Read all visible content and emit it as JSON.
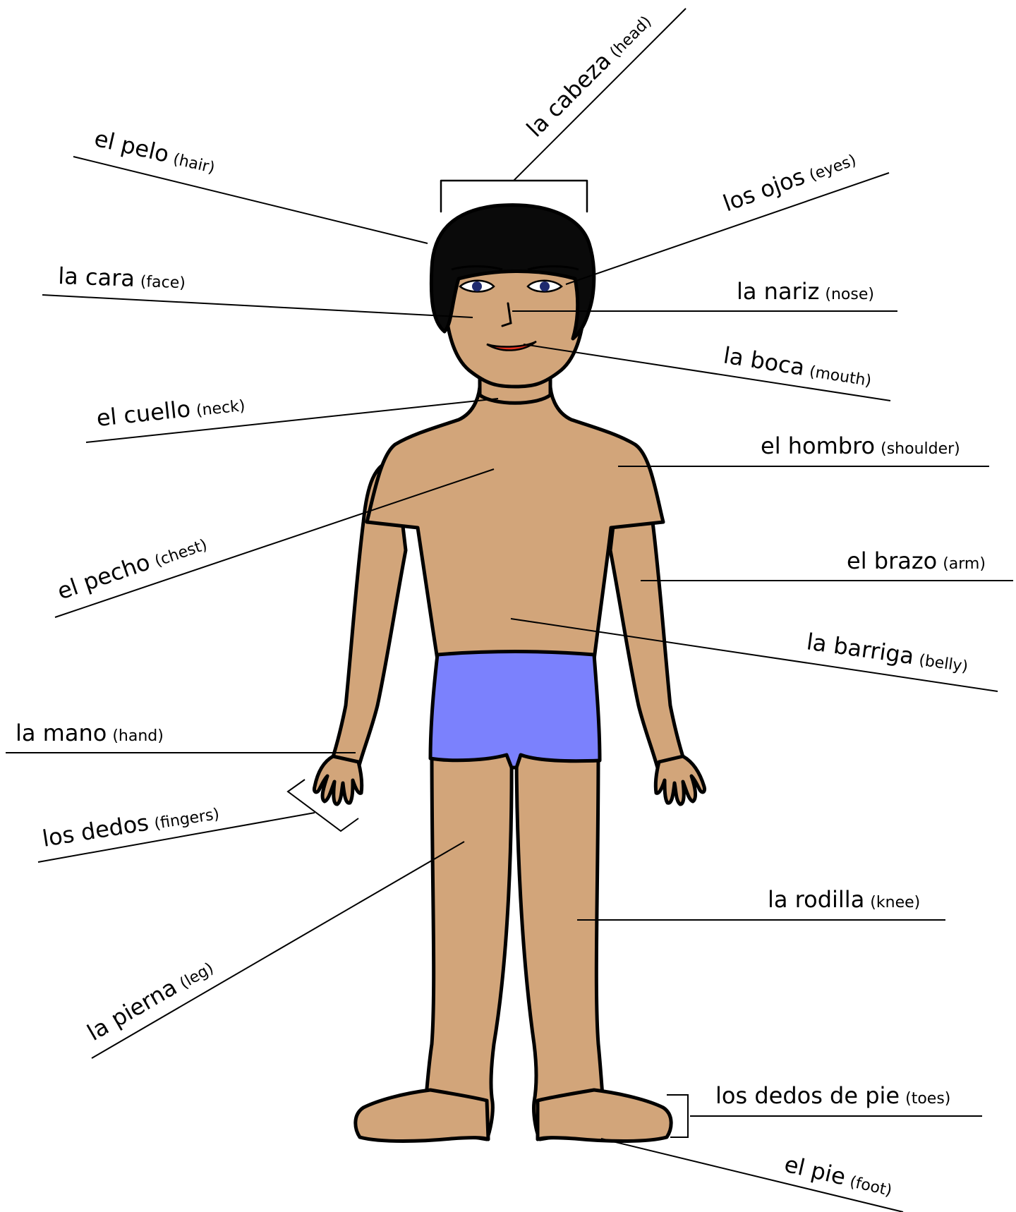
{
  "colors": {
    "skin": "#d2a57a",
    "hair": "#0a0a0a",
    "underwear": "#7b81fd",
    "mouth": "#e8321e",
    "iris": "#1e2a6e",
    "outline": "#000000",
    "background": "#ffffff"
  },
  "labels": {
    "head": {
      "term": "la cabeza",
      "gloss": "(head)"
    },
    "hair": {
      "term": "el pelo",
      "gloss": "(hair)"
    },
    "eyes": {
      "term": "los ojos",
      "gloss": "(eyes)"
    },
    "face": {
      "term": "la cara",
      "gloss": "(face)"
    },
    "nose": {
      "term": "la nariz",
      "gloss": "(nose)"
    },
    "mouth": {
      "term": "la boca",
      "gloss": "(mouth)"
    },
    "neck": {
      "term": "el cuello",
      "gloss": "(neck)"
    },
    "shoulder": {
      "term": "el hombro",
      "gloss": "(shoulder)"
    },
    "chest": {
      "term": "el pecho",
      "gloss": "(chest)"
    },
    "arm": {
      "term": "el brazo",
      "gloss": "(arm)"
    },
    "belly": {
      "term": "la barriga",
      "gloss": "(belly)"
    },
    "hand": {
      "term": "la mano",
      "gloss": "(hand)"
    },
    "fingers": {
      "term": "los dedos",
      "gloss": "(fingers)"
    },
    "leg": {
      "term": "la pierna",
      "gloss": "(leg)"
    },
    "knee": {
      "term": "la rodilla",
      "gloss": "(knee)"
    },
    "toes": {
      "term": "los dedos de pie",
      "gloss": "(toes)"
    },
    "foot": {
      "term": "el pie",
      "gloss": "(foot)"
    }
  }
}
